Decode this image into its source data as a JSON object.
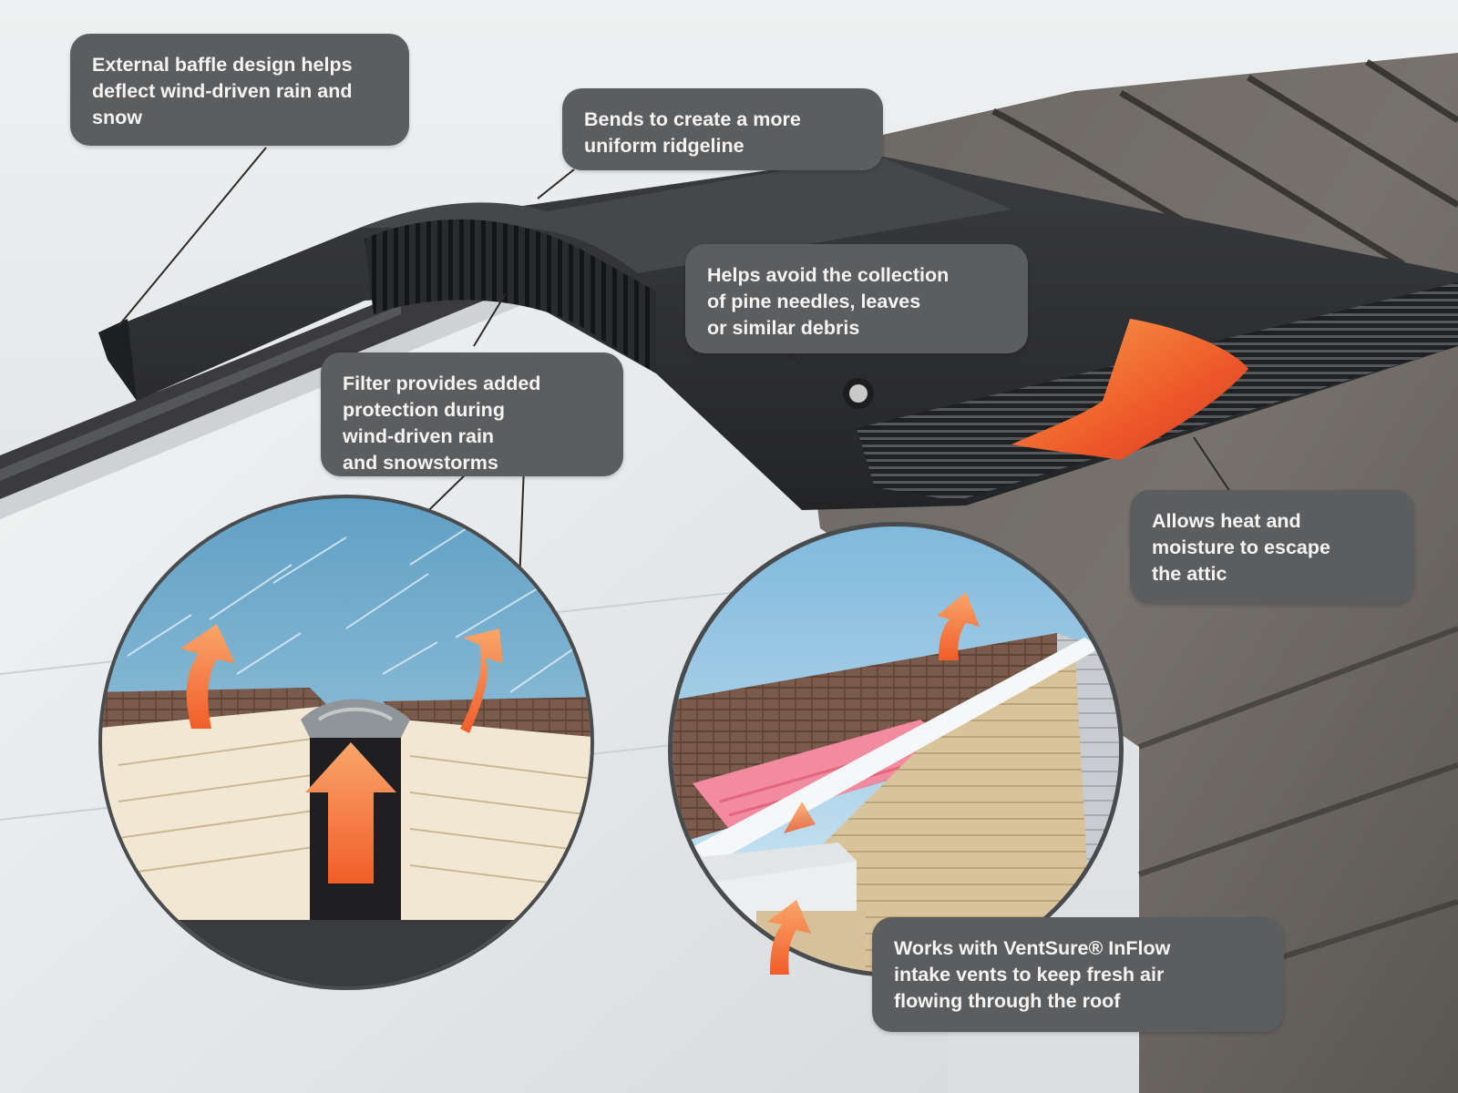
{
  "callouts": {
    "baffle": "External baffle design helps\ndeflect wind-driven rain and\nsnow",
    "ridgeline": "Bends to create a more\nuniform ridgeline",
    "debris": "Helps avoid the collection\nof pine needles, leaves\nor similar debris",
    "filter": "Filter provides added\nprotection during\nwind-driven rain\nand snowstorms",
    "heat": "Allows heat and\nmoisture to escape\nthe attic",
    "inflow": "Works with VentSure® InFlow\nintake vents to keep fresh air\nflowing through the roof"
  },
  "colors": {
    "callout_bg": "#5c5d5f",
    "vent_black": "#2b2c2e",
    "shingle": "#6e6a66",
    "airflow_orange": "#f07a3c",
    "sky_blue": "#7fb8d8"
  },
  "icons": {
    "airflow": "airflow-arrow-icon"
  }
}
